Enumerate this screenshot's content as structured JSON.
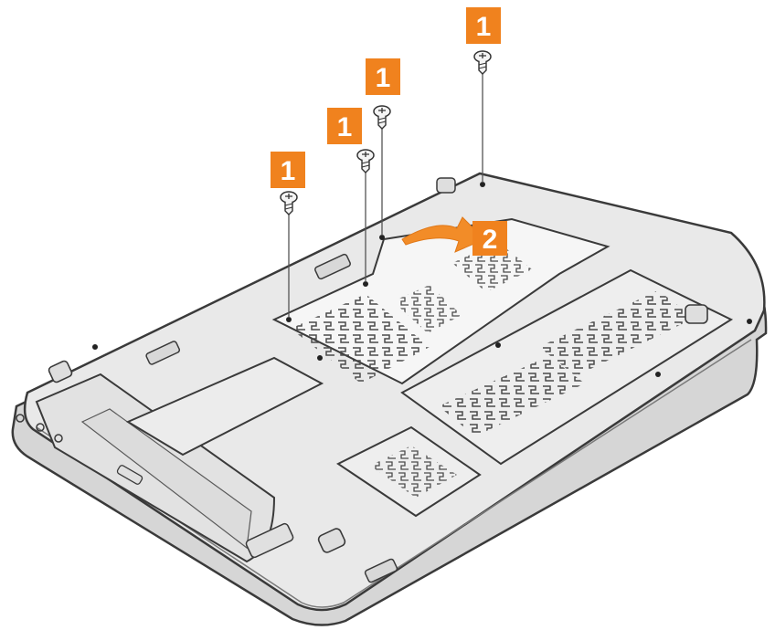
{
  "colors": {
    "callout_fill": "#f0821e",
    "callout_text": "#ffffff",
    "arrow_fill": "#f28c28",
    "chassis_fill": "#e9e9e9",
    "chassis_stroke": "#3a3a3a",
    "cover_fill": "#f6f6f6",
    "vent_stroke": "#4a4a4a"
  },
  "icons": {
    "screw": "screw-icon",
    "slide_arrow": "slide-arrow-icon"
  },
  "callouts": [
    {
      "id": "screw-1a",
      "label": "1"
    },
    {
      "id": "screw-1b",
      "label": "1"
    },
    {
      "id": "screw-1c",
      "label": "1"
    },
    {
      "id": "screw-1d",
      "label": "1"
    },
    {
      "id": "slide-2",
      "label": "2"
    }
  ]
}
